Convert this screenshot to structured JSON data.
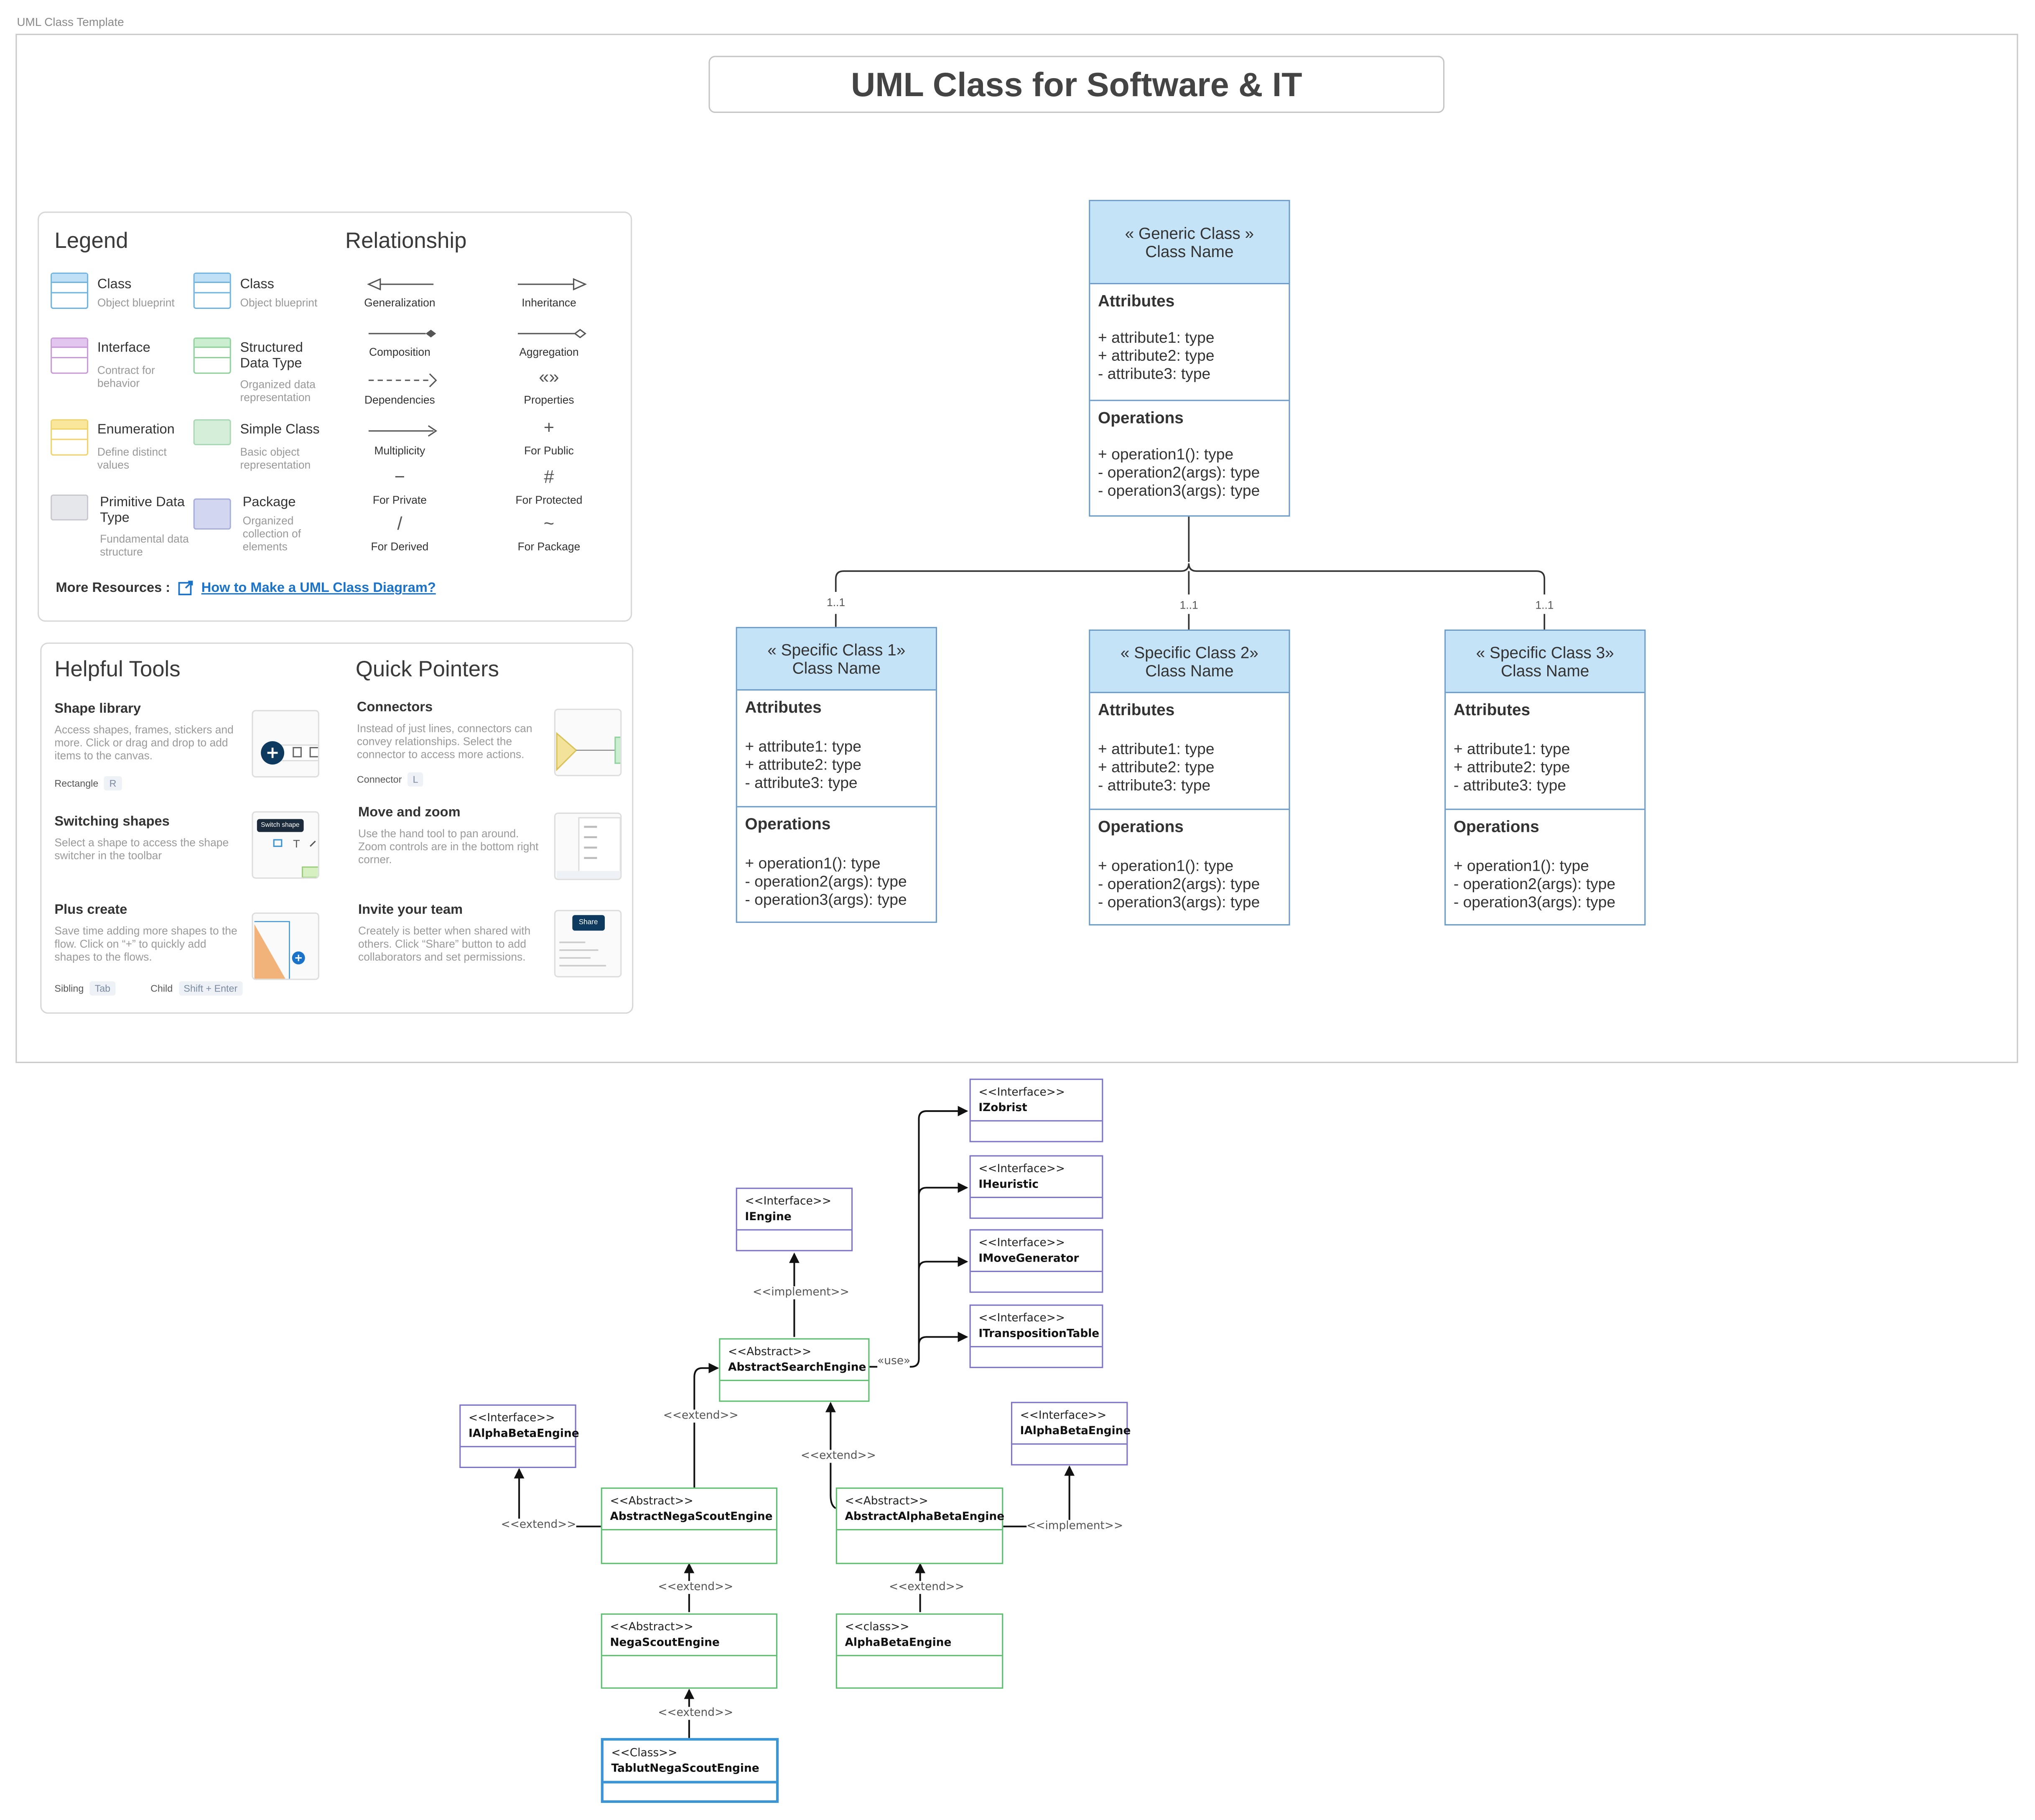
{
  "frame_label": "UML Class Template",
  "title": "UML Class for Software & IT",
  "legend": {
    "heading": "Legend",
    "items": [
      {
        "name": "Class",
        "desc": "Object blueprint",
        "icon": "class-icon",
        "color": "#6fb3e0",
        "head": "#bfe0f5"
      },
      {
        "name": "Class",
        "desc": "Object blueprint",
        "icon": "class-icon",
        "color": "#6fb3e0",
        "head": "#bfe0f5"
      },
      {
        "name": "Interface",
        "desc": "Contract for behavior",
        "icon": "interface-icon",
        "color": "#c99ad8",
        "head": "#e3c6ef"
      },
      {
        "name": "Structured Data Type",
        "desc": "Organized data representation",
        "icon": "structured-data-type-icon",
        "color": "#8fd19b",
        "head": "#cbeed0"
      },
      {
        "name": "Enumeration",
        "desc": "Define distinct values",
        "icon": "enumeration-icon",
        "color": "#f2d36b",
        "head": "#fbe79b"
      },
      {
        "name": "Simple Class",
        "desc": "Basic object representation",
        "icon": "simple-class-icon",
        "color": "#a9d9b4",
        "head": "#d5eed9"
      },
      {
        "name": "Primitive Data Type",
        "desc": "Fundamental data structure",
        "icon": "primitive-data-type-icon",
        "color": "#c7c9ce",
        "head": "#e6e7ea"
      },
      {
        "name": "Package",
        "desc": "Organized collection of elements",
        "icon": "package-icon",
        "color": "#a7aedb",
        "head": "#d3d6ef"
      }
    ]
  },
  "relationship": {
    "heading": "Relationship",
    "items": [
      {
        "label": "Generalization",
        "symbol": ""
      },
      {
        "label": "Inheritance",
        "symbol": ""
      },
      {
        "label": "Composition",
        "symbol": ""
      },
      {
        "label": "Aggregation",
        "symbol": ""
      },
      {
        "label": "Dependencies",
        "symbol": ""
      },
      {
        "label": "Properties",
        "symbol": "«»"
      },
      {
        "label": "Multiplicity",
        "symbol": ""
      },
      {
        "label": "For Public",
        "symbol": "+"
      },
      {
        "label": "For Private",
        "symbol": "−"
      },
      {
        "label": "For Protected",
        "symbol": "#"
      },
      {
        "label": "For Derived",
        "symbol": "/"
      },
      {
        "label": "For Package",
        "symbol": "~"
      }
    ]
  },
  "resources": {
    "label": "More Resources :",
    "link": "How to Make a UML Class Diagram?"
  },
  "tools": {
    "heading": "Helpful Tools",
    "items": [
      {
        "title": "Shape library",
        "desc": "Access shapes, frames, stickers and more. Click or drag and drop to add items to the canvas.",
        "k1": "Rectangle",
        "v1": "R"
      },
      {
        "title": "Switching shapes",
        "desc": "Select a shape to access the shape switcher in the toolbar",
        "tip": "Switch shape"
      },
      {
        "title": "Plus create",
        "desc": "Save time adding more shapes to the flow. Click on “+” to quickly add shapes to the flows.",
        "k1": "Sibling",
        "v1": "Tab",
        "k2": "Child",
        "v2": "Shift + Enter"
      }
    ]
  },
  "pointers": {
    "heading": "Quick Pointers",
    "items": [
      {
        "title": "Connectors",
        "desc": "Instead of just lines, connectors can convey relationships. Select the connector to access more actions.",
        "k1": "Connector",
        "v1": "L"
      },
      {
        "title": "Move and zoom",
        "desc": "Use the hand tool to pan around. Zoom controls are in the bottom right corner."
      },
      {
        "title": "Invite your team",
        "desc": "Creately is better when shared with others. Click “Share” button to add collaborators and set permissions.",
        "btn": "Share"
      }
    ]
  },
  "generic_class": {
    "stereotype": "« Generic Class »",
    "name": "Class Name",
    "attr_title": "Attributes",
    "attrs": [
      "+ attribute1: type",
      "+ attribute2: type",
      "- attribute3: type"
    ],
    "op_title": "Operations",
    "ops": [
      "+ operation1(): type",
      "- operation2(args): type",
      "- operation3(args): type"
    ]
  },
  "specific_classes": [
    {
      "stereotype": "« Specific Class 1»",
      "name": "Class Name",
      "mult": "1..1",
      "attr_title": "Attributes",
      "attrs": [
        "+ attribute1: type",
        "+ attribute2: type",
        "- attribute3: type"
      ],
      "op_title": "Operations",
      "ops": [
        "+ operation1(): type",
        "- operation2(args): type",
        "- operation3(args): type"
      ]
    },
    {
      "stereotype": "« Specific Class 2»",
      "name": "Class Name",
      "mult": "1..1",
      "attr_title": "Attributes",
      "attrs": [
        "+ attribute1: type",
        "+ attribute2: type",
        "- attribute3: type"
      ],
      "op_title": "Operations",
      "ops": [
        "+ operation1(): type",
        "- operation2(args): type",
        "- operation3(args): type"
      ]
    },
    {
      "stereotype": "« Specific Class 3»",
      "name": "Class Name",
      "mult": "1..1",
      "attr_title": "Attributes",
      "attrs": [
        "+ attribute1: type",
        "+ attribute2: type",
        "- attribute3: type"
      ],
      "op_title": "Operations",
      "ops": [
        "+ operation1(): type",
        "- operation2(args): type",
        "- operation3(args): type"
      ]
    }
  ],
  "uml": {
    "izobrist": {
      "st": "<<Interface>>",
      "nm": "IZobrist"
    },
    "iheuristic": {
      "st": "<<Interface>>",
      "nm": "IHeuristic"
    },
    "imovegen": {
      "st": "<<Interface>>",
      "nm": "IMoveGenerator"
    },
    "itransp": {
      "st": "<<Interface>>",
      "nm": "ITranspositionTable"
    },
    "iengine": {
      "st": "<<Interface>>",
      "nm": "IEngine"
    },
    "abstract_search": {
      "st": "<<Abstract>>",
      "nm": "AbstractSearchEngine"
    },
    "ialphabeta_left": {
      "st": "<<Interface>>",
      "nm": "IAlphaBetaEngine"
    },
    "ialphabeta_right": {
      "st": "<<Interface>>",
      "nm": "IAlphaBetaEngine"
    },
    "abstract_negascout": {
      "st": "<<Abstract>>",
      "nm": "AbstractNegaScoutEngine"
    },
    "abstract_alphabeta": {
      "st": "<<Abstract>>",
      "nm": "AbstractAlphaBetaEngine"
    },
    "negascout": {
      "st": "<<Abstract>>",
      "nm": "NegaScoutEngine"
    },
    "alphabeta": {
      "st": "<<class>>",
      "nm": "AlphaBetaEngine"
    },
    "tablut": {
      "st": "<<Class>>",
      "nm": "TablutNegaScoutEngine"
    },
    "labels": {
      "implement1": "<<implement>>",
      "use": "«use»",
      "extend1": "<<extend>>",
      "extend2": "<<extend>>",
      "extend3": "<<extend>>",
      "implement2": "<<implement>>",
      "extend4": "<<extend>>",
      "extend5": "<<extend>>",
      "extend6": "<<extend>>"
    }
  }
}
